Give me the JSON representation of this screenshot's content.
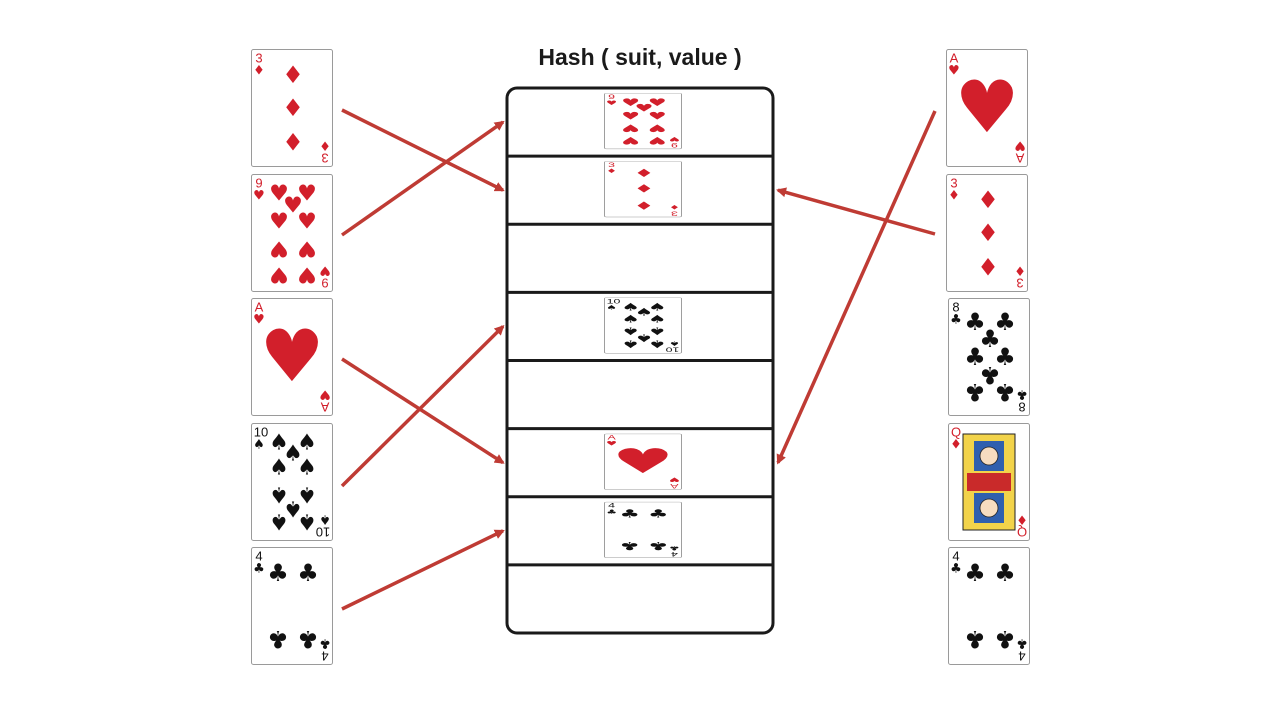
{
  "title": "Hash ( suit, value )",
  "colors": {
    "red": "#d21f2b",
    "black": "#111111",
    "arrow": "#bf3b34",
    "frame": "#1a1a1a"
  },
  "left_cards": [
    {
      "rank": "3",
      "suit": "diamonds"
    },
    {
      "rank": "9",
      "suit": "hearts"
    },
    {
      "rank": "A",
      "suit": "hearts"
    },
    {
      "rank": "10",
      "suit": "spades"
    },
    {
      "rank": "4",
      "suit": "clubs"
    }
  ],
  "right_cards": [
    {
      "rank": "A",
      "suit": "hearts"
    },
    {
      "rank": "3",
      "suit": "diamonds"
    },
    {
      "rank": "8",
      "suit": "clubs"
    },
    {
      "rank": "Q",
      "suit": "diamonds"
    },
    {
      "rank": "4",
      "suit": "clubs"
    }
  ],
  "buckets": [
    {
      "card": {
        "rank": "9",
        "suit": "hearts"
      }
    },
    {
      "card": {
        "rank": "3",
        "suit": "diamonds"
      }
    },
    {
      "card": null
    },
    {
      "card": {
        "rank": "10",
        "suit": "spades"
      }
    },
    {
      "card": null
    },
    {
      "card": {
        "rank": "A",
        "suit": "hearts"
      }
    },
    {
      "card": {
        "rank": "4",
        "suit": "clubs"
      }
    },
    {
      "card": null
    }
  ],
  "mappings": [
    {
      "from_side": "left",
      "from_card": 0,
      "to_bucket": 1
    },
    {
      "from_side": "left",
      "from_card": 1,
      "to_bucket": 0
    },
    {
      "from_side": "left",
      "from_card": 2,
      "to_bucket": 5
    },
    {
      "from_side": "left",
      "from_card": 3,
      "to_bucket": 3
    },
    {
      "from_side": "left",
      "from_card": 4,
      "to_bucket": 6
    },
    {
      "from_side": "right",
      "from_card": 0,
      "to_bucket": 5
    },
    {
      "from_side": "right",
      "from_card": 1,
      "to_bucket": 1
    }
  ]
}
